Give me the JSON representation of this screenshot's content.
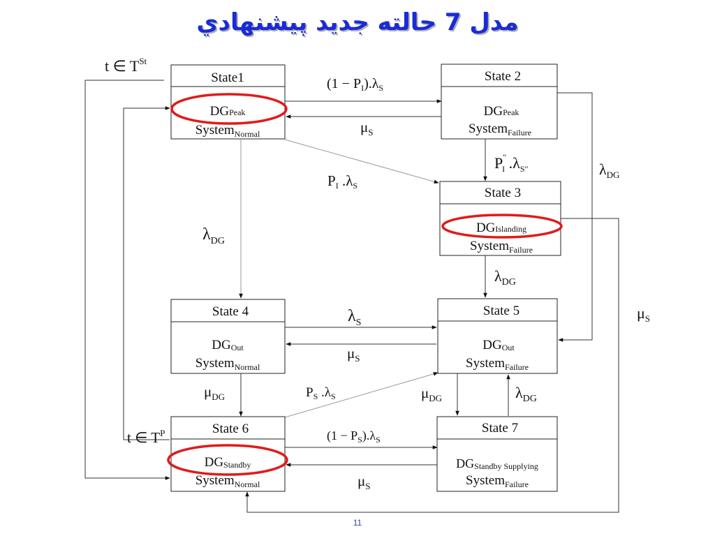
{
  "slide": {
    "title": "مدل 7 حالته جديد پيشنهادي",
    "page_number": "11"
  },
  "states": {
    "s1": {
      "name": "State1",
      "dg": "DG",
      "dg_sub": "Peak",
      "sys": "System",
      "sys_sub": "Normal"
    },
    "s2": {
      "name": "State 2",
      "dg": "DG",
      "dg_sub": "Peak",
      "sys": "System",
      "sys_sub": "Failure"
    },
    "s3": {
      "name": "State 3",
      "dg": "DG",
      "dg_sub": "Islanding",
      "sys": "System",
      "sys_sub": "Failure"
    },
    "s4": {
      "name": "State 4",
      "dg": "DG",
      "dg_sub": "Out",
      "sys": "System",
      "sys_sub": "Normal"
    },
    "s5": {
      "name": "State 5",
      "dg": "DG",
      "dg_sub": "Out",
      "sys": "System",
      "sys_sub": "Failure"
    },
    "s6": {
      "name": "State 6",
      "dg": "DG",
      "dg_sub": "Standby",
      "sys": "System",
      "sys_sub": "Normal"
    },
    "s7": {
      "name": "State 7",
      "dg": "DG",
      "dg_sub": "Standby Supplying",
      "sys": "System",
      "sys_sub": "Failure"
    }
  },
  "rates": {
    "t_st": "t ∈ T",
    "t_st_sup": "St",
    "t_p": "t ∈ T",
    "t_p_sup": "P",
    "r12": "(1 − P",
    "r12_sub": "I",
    "r12_end": ").λ",
    "r12_sub2": "S",
    "r21": "μ",
    "r21_sub": "S",
    "r23": "P",
    "r23_sup": "\"",
    "r23_sub": "I",
    "r23_mid": " .λ",
    "r23_sub2": "S\"",
    "r13": "P",
    "r13_sub": "I",
    "r13_mid": " .λ",
    "r13_sub2": "S",
    "r14": "λ",
    "r14_sub": "DG",
    "r2dg": "λ",
    "r2dg_sub": "DG",
    "r35": "λ",
    "r35_sub": "DG",
    "r45": "λ",
    "r45_sub": "S",
    "r54": "μ",
    "r54_sub": "S",
    "r46": "μ",
    "r46_sub": "DG",
    "r65": "P",
    "r65_sub": "S",
    "r65_mid": " .λ",
    "r65_sub2": "S",
    "r57": "μ",
    "r57_sub": "DG",
    "r75": "λ",
    "r75_sub": "DG",
    "r67": "(1 − P",
    "r67_sub": "S",
    "r67_end": ").λ",
    "r67_sub2": "S",
    "r76": "μ",
    "r76_sub": "S",
    "r36": "μ",
    "r36_sub": "S"
  }
}
